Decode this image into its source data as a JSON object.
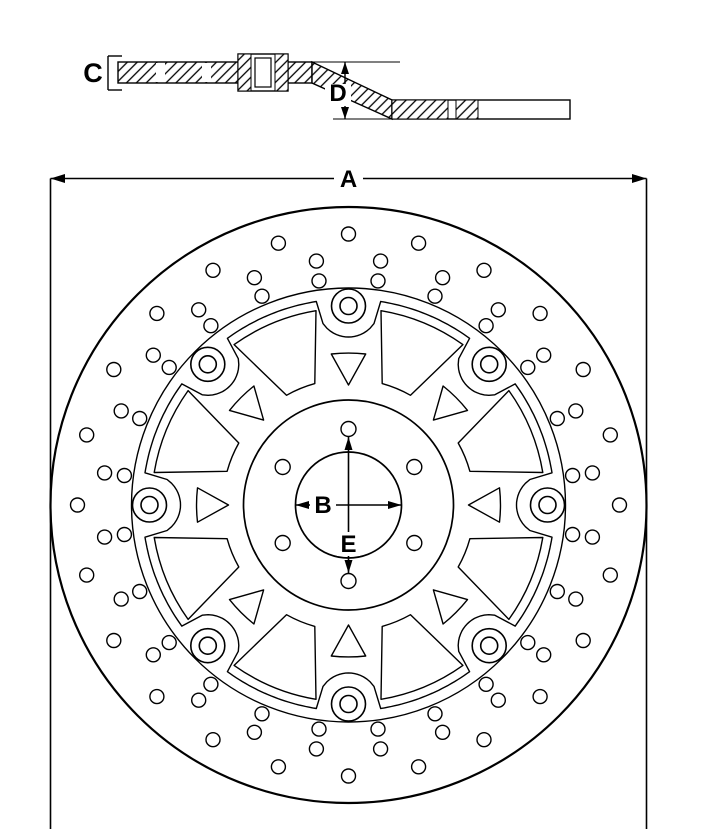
{
  "figure": {
    "type": "technical-drawing",
    "subject": "floating brake disc: cross-section view (top) and front view (bottom)",
    "colors": {
      "line": "#000000",
      "background": "#ffffff"
    }
  },
  "labels": {
    "A": "A",
    "B": "B",
    "C": "C",
    "D": "D",
    "E": "E"
  },
  "geometry": {
    "outer_radius": 298,
    "band_inner_radius": 217,
    "carrier_edge_radius": 206,
    "hub_radius": 105,
    "bore_radius": 53,
    "bolt_circle_radius": 76,
    "bolt_hole_radius": 7.5,
    "bolt_hole_count": 6,
    "bobbin_ring_radius": 199,
    "bobbin_count": 8,
    "bobbin_outer_radius": 17,
    "bobbin_inner_radius": 8.5,
    "drill_hole_radius": 7,
    "drill_hole_rings": [
      {
        "radius": 271,
        "count": 24,
        "start_angle": 90,
        "step": 15
      },
      {
        "radius": 246,
        "count": 24,
        "start_angle": 97.5,
        "step": 15
      },
      {
        "radius": 226,
        "count": 24,
        "start_angle": 97.5,
        "step": 15
      }
    ]
  }
}
